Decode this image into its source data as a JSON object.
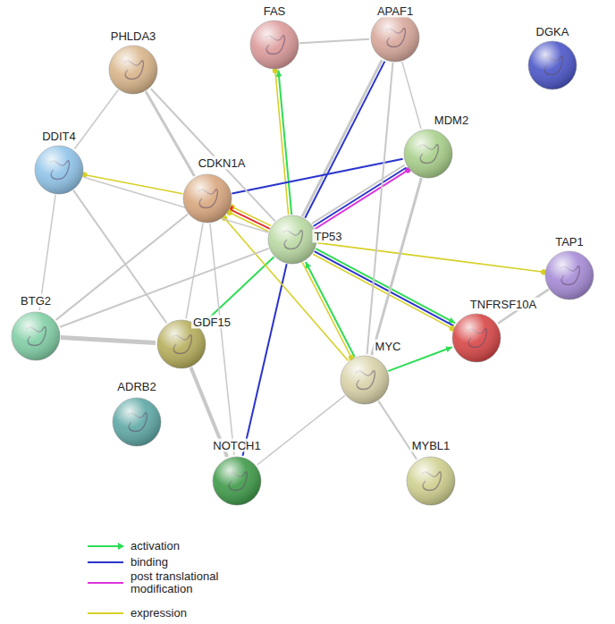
{
  "diagram": {
    "nodes": [
      {
        "text": [
          "PHLDA3"
        ]
      },
      {
        "text": [
          "FAS"
        ]
      },
      {
        "text": [
          "APAF1"
        ]
      },
      {
        "text": [
          "DGKA"
        ]
      },
      {
        "text": [
          "DDIT4"
        ]
      },
      {
        "text": [
          "MDM2"
        ]
      },
      {
        "text": [
          "CDKN1A"
        ]
      },
      {
        "text": [
          "TP53"
        ]
      },
      {
        "text": [
          "TAP1"
        ]
      },
      {
        "text": [
          "BTG2"
        ]
      },
      {
        "text": [
          "GDF15"
        ]
      },
      {
        "text": [
          "TNFRSF10A"
        ]
      },
      {
        "text": [
          "MYC"
        ]
      },
      {
        "text": [
          "ADRB2"
        ]
      },
      {
        "text": [
          "NOTCH1"
        ]
      },
      {
        "text": [
          "MYBL1"
        ]
      }
    ],
    "edges": [
      {
        "from": 7,
        "to": 1,
        "arrow": "to"
      },
      {
        "from": 7,
        "to": 1,
        "arrow": "to"
      },
      {
        "from": 7,
        "to": 2,
        "arrow": "none"
      },
      {
        "from": 7,
        "to": 2,
        "arrow": "none"
      },
      {
        "from": 6,
        "to": 5,
        "arrow": "none"
      },
      {
        "from": 7,
        "to": 5,
        "arrow": "to"
      },
      {
        "from": 7,
        "to": 5,
        "arrow": "none"
      },
      {
        "from": 7,
        "to": 5,
        "arrow": "none"
      },
      {
        "from": 7,
        "to": 8,
        "arrow": "to"
      },
      {
        "from": 7,
        "to": 11,
        "arrow": "to"
      },
      {
        "from": 7,
        "to": 11,
        "arrow": "none"
      },
      {
        "from": 7,
        "to": 11,
        "arrow": "to"
      },
      {
        "from": 7,
        "to": 6,
        "arrow": "to"
      },
      {
        "from": 7,
        "to": 6,
        "arrow": "to"
      },
      {
        "from": 7,
        "to": 6,
        "arrow": "to"
      },
      {
        "from": 7,
        "to": 14,
        "arrow": "none"
      },
      {
        "from": 12,
        "to": 7,
        "arrow": "to"
      },
      {
        "from": 7,
        "to": 12,
        "arrow": "to"
      },
      {
        "from": 12,
        "to": 11,
        "arrow": "to"
      },
      {
        "from": 6,
        "to": 4,
        "arrow": "to"
      },
      {
        "from": 7,
        "to": 10,
        "arrow": "to"
      },
      {
        "from": 12,
        "to": 6,
        "arrow": "to"
      },
      {
        "from": 0,
        "to": 6,
        "arrow": "none"
      },
      {
        "from": 0,
        "to": 4,
        "arrow": "none"
      },
      {
        "from": 1,
        "to": 2,
        "arrow": "none"
      },
      {
        "from": 2,
        "to": 5,
        "arrow": "none"
      },
      {
        "from": 2,
        "to": 12,
        "arrow": "none"
      },
      {
        "from": 4,
        "to": 9,
        "arrow": "none"
      },
      {
        "from": 4,
        "to": 10,
        "arrow": "none"
      },
      {
        "from": 6,
        "to": 9,
        "arrow": "none"
      },
      {
        "from": 6,
        "to": 10,
        "arrow": "none"
      },
      {
        "from": 6,
        "to": 14,
        "arrow": "none"
      },
      {
        "from": 7,
        "to": 9,
        "arrow": "none"
      },
      {
        "from": 9,
        "to": 10,
        "arrow": "none"
      },
      {
        "from": 5,
        "to": 12,
        "arrow": "none"
      },
      {
        "from": 12,
        "to": 14,
        "arrow": "none"
      },
      {
        "from": 12,
        "to": 15,
        "arrow": "none"
      },
      {
        "from": 8,
        "to": 11,
        "arrow": "none"
      },
      {
        "from": 7,
        "to": 0,
        "arrow": "none"
      },
      {
        "from": 7,
        "to": 4,
        "arrow": "none"
      },
      {
        "from": 10,
        "to": 14,
        "arrow": "none"
      }
    ],
    "legend": [
      {
        "text": "activation"
      },
      {
        "text": "binding"
      },
      {
        "text": "post translational modification"
      },
      {
        "text": "expression"
      }
    ]
  }
}
